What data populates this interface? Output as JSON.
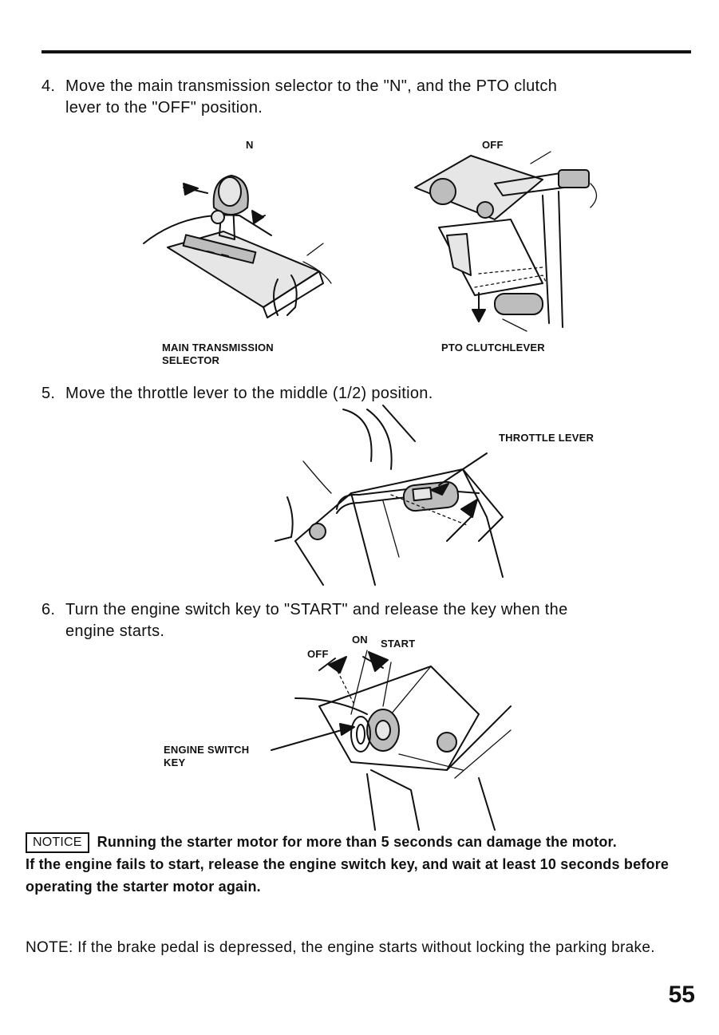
{
  "steps": [
    {
      "num": "4.",
      "line1": "Move the main transmission selector to the \"N\", and the PTO clutch",
      "line2": "lever to the \"OFF\" position."
    },
    {
      "num": "5.",
      "line1": "Move the throttle lever to the middle (1/2) position."
    },
    {
      "num": "6.",
      "line1": "Turn the engine switch key to \"START\" and release the key when the",
      "line2": "engine starts."
    }
  ],
  "figures": {
    "transmission": {
      "pos_label": "N",
      "label_line1": "MAIN TRANSMISSION",
      "label_line2": "SELECTOR"
    },
    "pto": {
      "pos_label": "OFF",
      "label": "PTO CLUTCHLEVER"
    },
    "throttle": {
      "label": "THROTTLE LEVER"
    },
    "switch": {
      "off": "OFF",
      "on": "ON",
      "start": "START",
      "label_line1": "ENGINE SWITCH",
      "label_line2": "KEY"
    }
  },
  "notice": {
    "badge": "NOTICE",
    "text1": "Running the starter motor for more than 5 seconds can damage the motor.",
    "text2": "If the engine fails to start, release the engine switch key, and wait at least 10 seconds before operating the starter motor again."
  },
  "note": "NOTE: If the brake pedal is depressed, the engine starts without locking the parking brake.",
  "page_number": "55"
}
